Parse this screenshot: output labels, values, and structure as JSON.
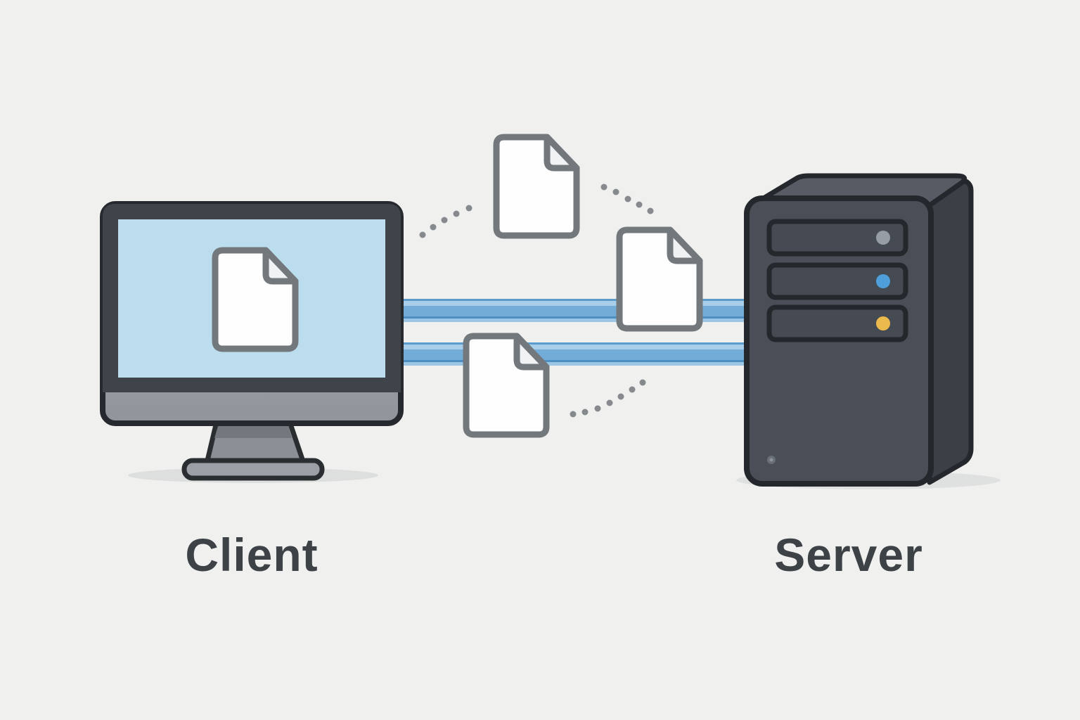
{
  "labels": {
    "client": "Client",
    "server": "Server"
  },
  "colors": {
    "background": "#f0f1ef",
    "label_text": "#3d4247",
    "screen_blue": "#bcdded",
    "connection_blue": "#73acd6",
    "connection_blue_light": "#a9cee9",
    "connection_blue_dark": "#4e8fc3",
    "document_fill": "#fefefe",
    "document_outline": "#73787d",
    "dot_gray": "#868a8f",
    "monitor_bezel": "#3f444a",
    "monitor_chin": "#9ba1a8",
    "server_front": "#4a4f57",
    "server_side": "#3b3f46",
    "server_top": "#575c64",
    "led_gray": "#979da5",
    "led_blue": "#4d9ed9",
    "led_yellow": "#ecb94d"
  },
  "diagram": {
    "client_device": "desktop-monitor-with-document-on-screen",
    "server_device": "tower-server",
    "server_bays": 3,
    "server_led_colors": [
      "gray",
      "blue",
      "yellow"
    ],
    "connection_bars": 2,
    "floating_documents": 3,
    "dotted_motion_paths": 3
  }
}
